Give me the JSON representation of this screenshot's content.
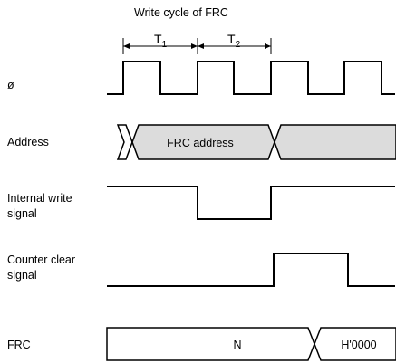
{
  "diagram": {
    "title": "Write cycle of FRC",
    "periods": [
      {
        "main": "T",
        "sub": "1"
      },
      {
        "main": "T",
        "sub": "2"
      }
    ],
    "signals": {
      "clock": {
        "label": "ø"
      },
      "address": {
        "label": "Address",
        "value_label": "FRC address",
        "fill_color": "#dcdcdc"
      },
      "internal_write": {
        "label_lines": [
          "Internal write",
          "signal"
        ]
      },
      "counter_clear": {
        "label_lines": [
          "Counter clear",
          "signal"
        ]
      },
      "frc": {
        "label": "FRC",
        "before_value": "N",
        "after_value": "H'0000"
      }
    }
  }
}
